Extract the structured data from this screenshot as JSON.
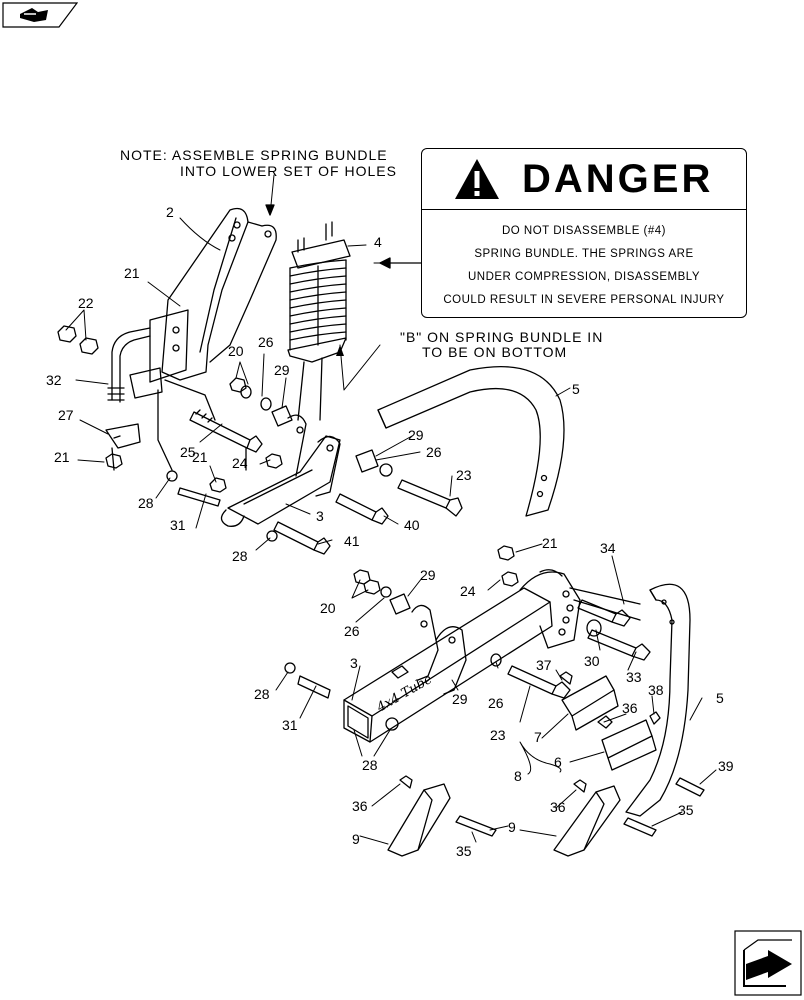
{
  "note": {
    "line1": "NOTE:  ASSEMBLE SPRING BUNDLE",
    "line2": "INTO LOWER SET OF HOLES"
  },
  "danger": {
    "title": "DANGER",
    "lines": [
      "DO NOT DISASSEMBLE (#4)",
      "SPRING BUNDLE. THE SPRINGS ARE",
      "UNDER COMPRESSION, DISASSEMBLY",
      "COULD RESULT IN SEVERE PERSONAL INJURY"
    ]
  },
  "b_note": {
    "line1": "\"B\" ON SPRING BUNDLE IN",
    "line2": "TO BE ON BOTTOM"
  },
  "tube_handwriting": "4x4 Tube",
  "callouts": {
    "c2": "2",
    "c4": "4",
    "c5a": "5",
    "c5b": "5",
    "c21a": "21",
    "c21b": "21",
    "c21c": "21",
    "c21d": "21",
    "c22": "22",
    "c32": "32",
    "c27": "27",
    "c20a": "20",
    "c20b": "20",
    "c26a": "26",
    "c26b": "26",
    "c26c": "26",
    "c26d": "26",
    "c29a": "29",
    "c29b": "29",
    "c29c": "29",
    "c29d": "29",
    "c25": "25",
    "c24a": "24",
    "c24b": "24",
    "c28a": "28",
    "c28b": "28",
    "c28c": "28",
    "c28d": "28",
    "c31a": "31",
    "c31b": "31",
    "c3a": "3",
    "c3b": "3",
    "c40": "40",
    "c41": "41",
    "c23a": "23",
    "c23b": "23",
    "c34": "34",
    "c30": "30",
    "c33": "33",
    "c37": "37",
    "c38": "38",
    "c36a": "36",
    "c36b": "36",
    "c36c": "36",
    "c7": "7",
    "c6": "6",
    "c8": "8",
    "c39": "39",
    "c9a": "9",
    "c9b": "9",
    "c35a": "35",
    "c35b": "35"
  }
}
